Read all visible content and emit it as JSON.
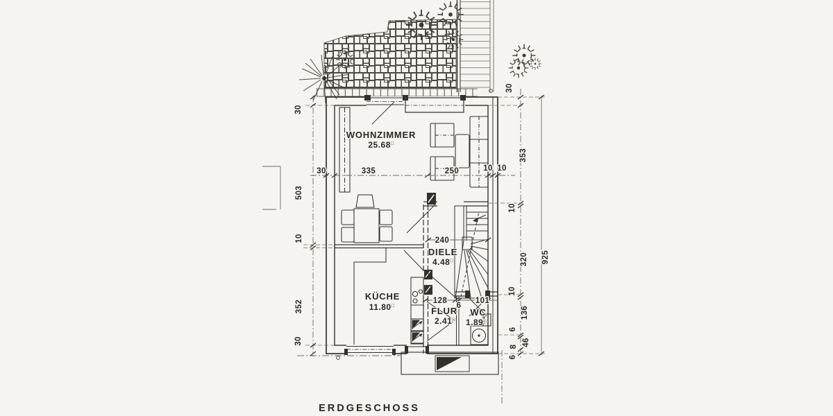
{
  "title": "ERDGESCHOSS",
  "rooms": {
    "wohnzimmer": {
      "name": "WOHNZIMMER",
      "area": "25.68",
      "unit": "□"
    },
    "kueche": {
      "name": "KÜCHE",
      "area": "11.80",
      "unit": "□"
    },
    "diele": {
      "name": "DIELE",
      "area": "4.48",
      "unit": "□"
    },
    "flur": {
      "name": "FLUR",
      "area": "2.41",
      "unit": "□"
    },
    "wc": {
      "name": "WC",
      "area": "1.89",
      "unit": "□"
    }
  },
  "dimensions": {
    "left_chain": {
      "wall_top": "30",
      "living_depth": "503",
      "wall_mid": "10",
      "kitchen_depth": "352",
      "wall_bottom": "30"
    },
    "width_chain": {
      "wall_left": "30",
      "living_width": "335",
      "sitting_width": "250",
      "wall_inner": "10",
      "wall_outer": "10"
    },
    "right_chain": {
      "wall_top": "30",
      "living_depth": "353",
      "wall_mid": "10",
      "hall_depth": "320",
      "wall_wc": "10",
      "wc_depth": "136",
      "seg_6a": "6",
      "seg_46": "46",
      "seg_8": "8",
      "seg_6b": "6"
    },
    "total_height": "925",
    "diele_width": "240",
    "flur_width": "128",
    "partition": "6",
    "wc_width": "101"
  },
  "colors": {
    "paper": "#f5f4f0",
    "ink": "#33312c"
  }
}
